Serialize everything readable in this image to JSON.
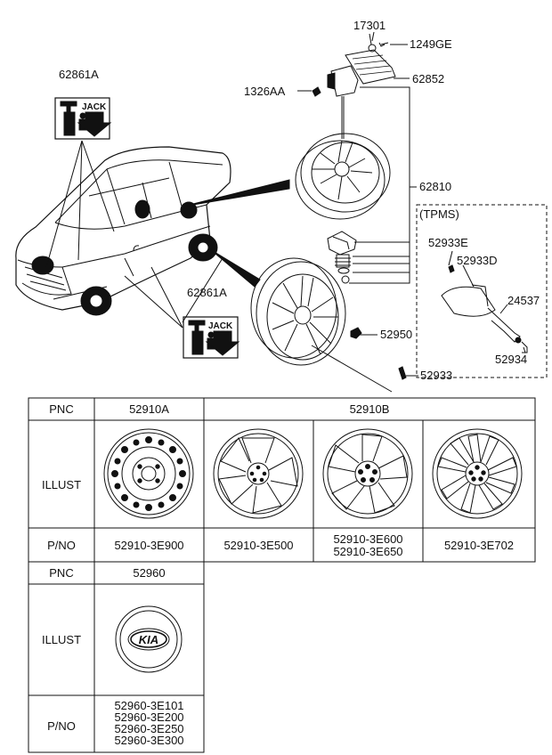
{
  "diagram": {
    "callouts": {
      "c17301": "17301",
      "c1249GE": "1249GE",
      "c62861A_top": "62861A",
      "c62852": "62852",
      "c1326AA": "1326AA",
      "c62810": "62810",
      "tpms": "(TPMS)",
      "c52933E": "52933E",
      "c52933D": "52933D",
      "c24537": "24537",
      "c62861A_bottom": "62861A",
      "c52950": "52950",
      "c52934": "52934",
      "c52933": "52933"
    },
    "jack_label_top": "JACK",
    "jack_label_bottom": "JACK"
  },
  "table1": {
    "pnc_label": "PNC",
    "illust_label": "ILLUST",
    "pno_label": "P/NO",
    "pnc_a": "52910A",
    "pnc_b": "52910B",
    "pno_1": "52910-3E900",
    "pno_2": "52910-3E500",
    "pno_3a": "52910-3E600",
    "pno_3b": "52910-3E650",
    "pno_4": "52910-3E702"
  },
  "table2": {
    "pnc_label": "PNC",
    "illust_label": "ILLUST",
    "pno_label": "P/NO",
    "pnc": "52960",
    "pno": [
      "52960-3E101",
      "52960-3E200",
      "52960-3E250",
      "52960-3E300"
    ],
    "cap_logo": "KIA"
  }
}
